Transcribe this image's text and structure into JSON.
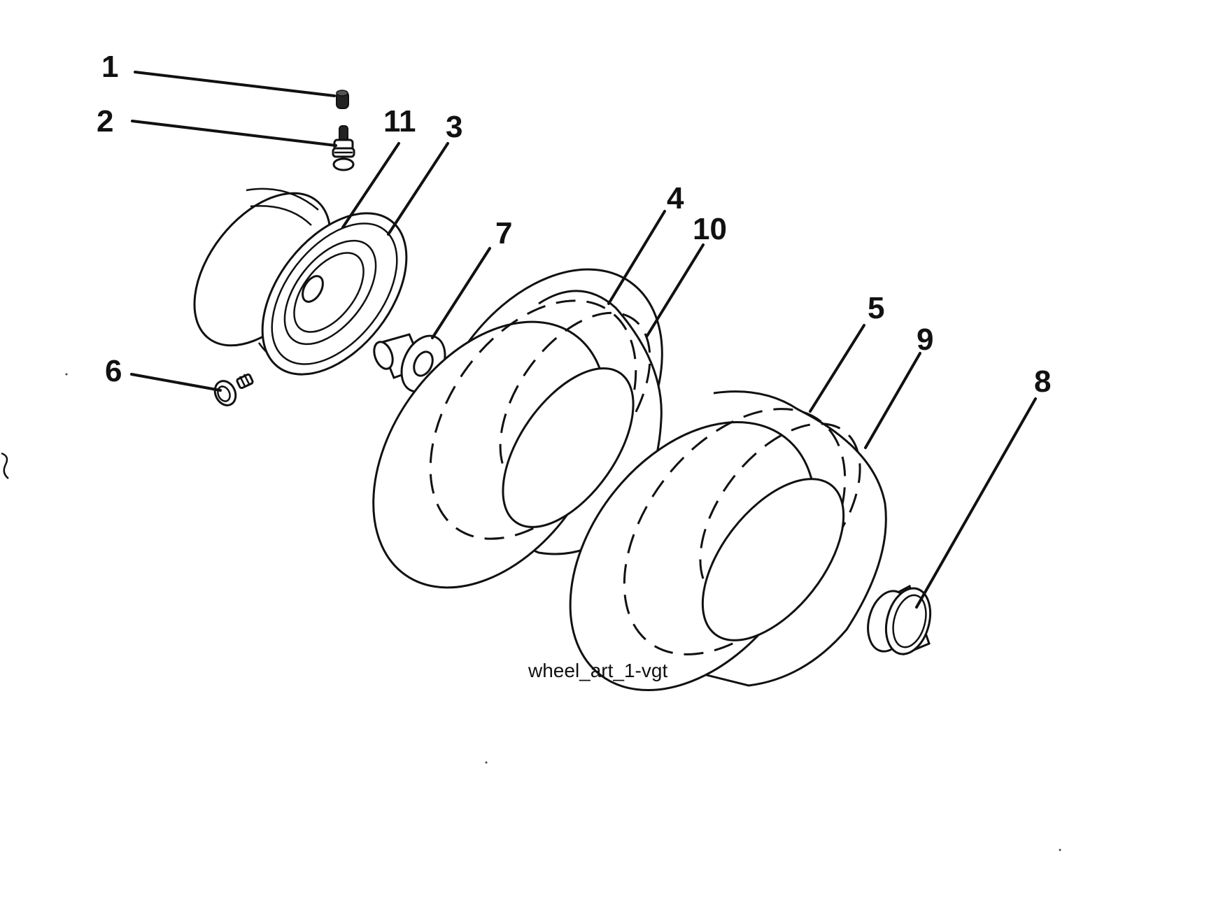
{
  "callouts": [
    "1",
    "2",
    "11",
    "3",
    "4",
    "10",
    "7",
    "6",
    "5",
    "9",
    "8"
  ],
  "caption": "wheel_art_1-vgt"
}
